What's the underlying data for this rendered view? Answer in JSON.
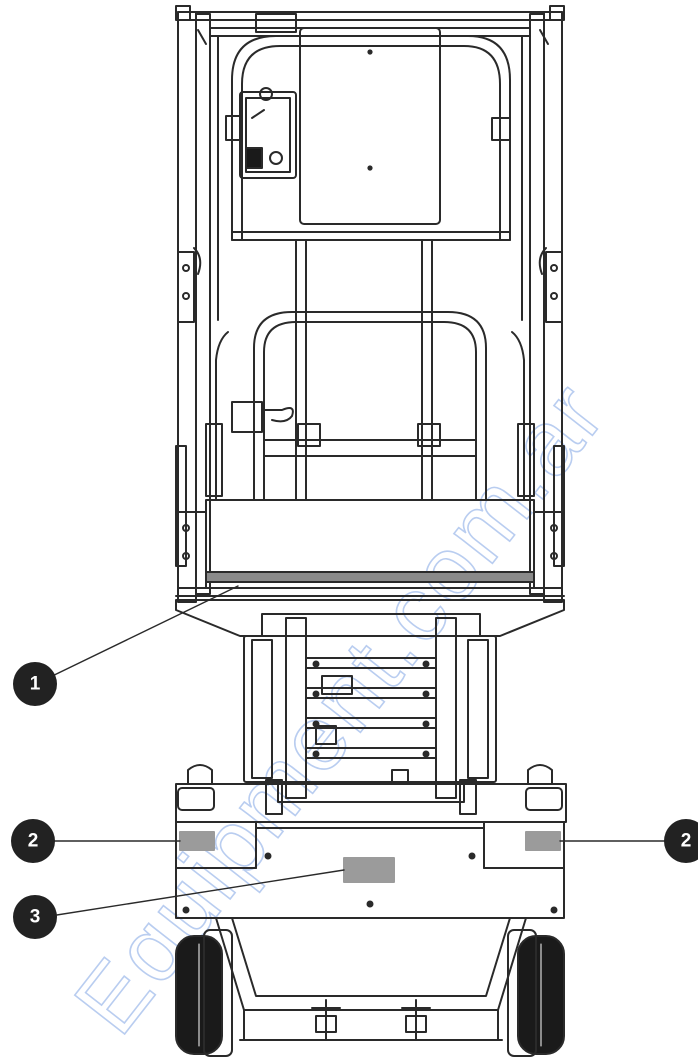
{
  "callouts": {
    "c1": "1",
    "c2_left": "2",
    "c2_right": "2",
    "c3": "3"
  },
  "watermark": "Equipment.com.ar",
  "colors": {
    "line": "#2a2a2a",
    "callout_fill": "#222222",
    "decal_fill": "#9b9b9b",
    "tire_fill": "#1a1a1a",
    "watermark": "#b9cdf0"
  }
}
